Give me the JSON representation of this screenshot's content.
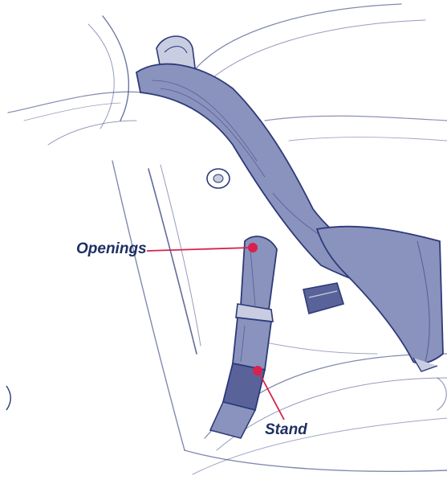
{
  "callouts": {
    "openings": {
      "text": "Openings"
    },
    "stand": {
      "text": "Stand"
    }
  },
  "colors": {
    "sketch_ink": "#2d3a78",
    "shade_fill": "#8a93bd",
    "shade_light": "#c9cde2",
    "callout_line": "#d6224d",
    "label_text": "#1f2f63"
  },
  "illustration": {
    "subject": "car-seat-belt-buckle-sketch"
  }
}
